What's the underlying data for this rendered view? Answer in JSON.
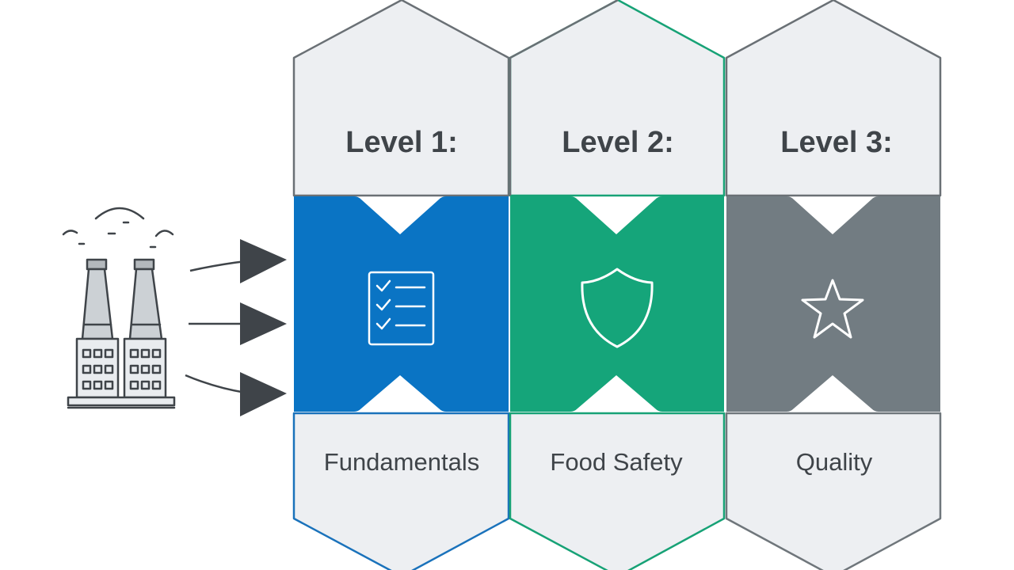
{
  "levels": [
    {
      "title": "Level 1:",
      "name": "Fundamentals",
      "icon": "checklist-icon",
      "band_color": "#0a74c4",
      "outline_color": "#1a72bb"
    },
    {
      "title": "Level 2:",
      "name": "Food Safety",
      "icon": "shield-icon",
      "band_color": "#15a57a",
      "outline_color": "#17a276"
    },
    {
      "title": "Level 3:",
      "name": "Quality",
      "icon": "star-icon",
      "band_color": "#727c82",
      "outline_color": "#6f767b"
    }
  ],
  "source_icon": "factory-icon",
  "colors": {
    "panel_fill": "#edeff2",
    "panel_stroke": "#6a7075",
    "text": "#3f4449",
    "arrow": "#3f4449",
    "icon_line": "#ffffff"
  }
}
